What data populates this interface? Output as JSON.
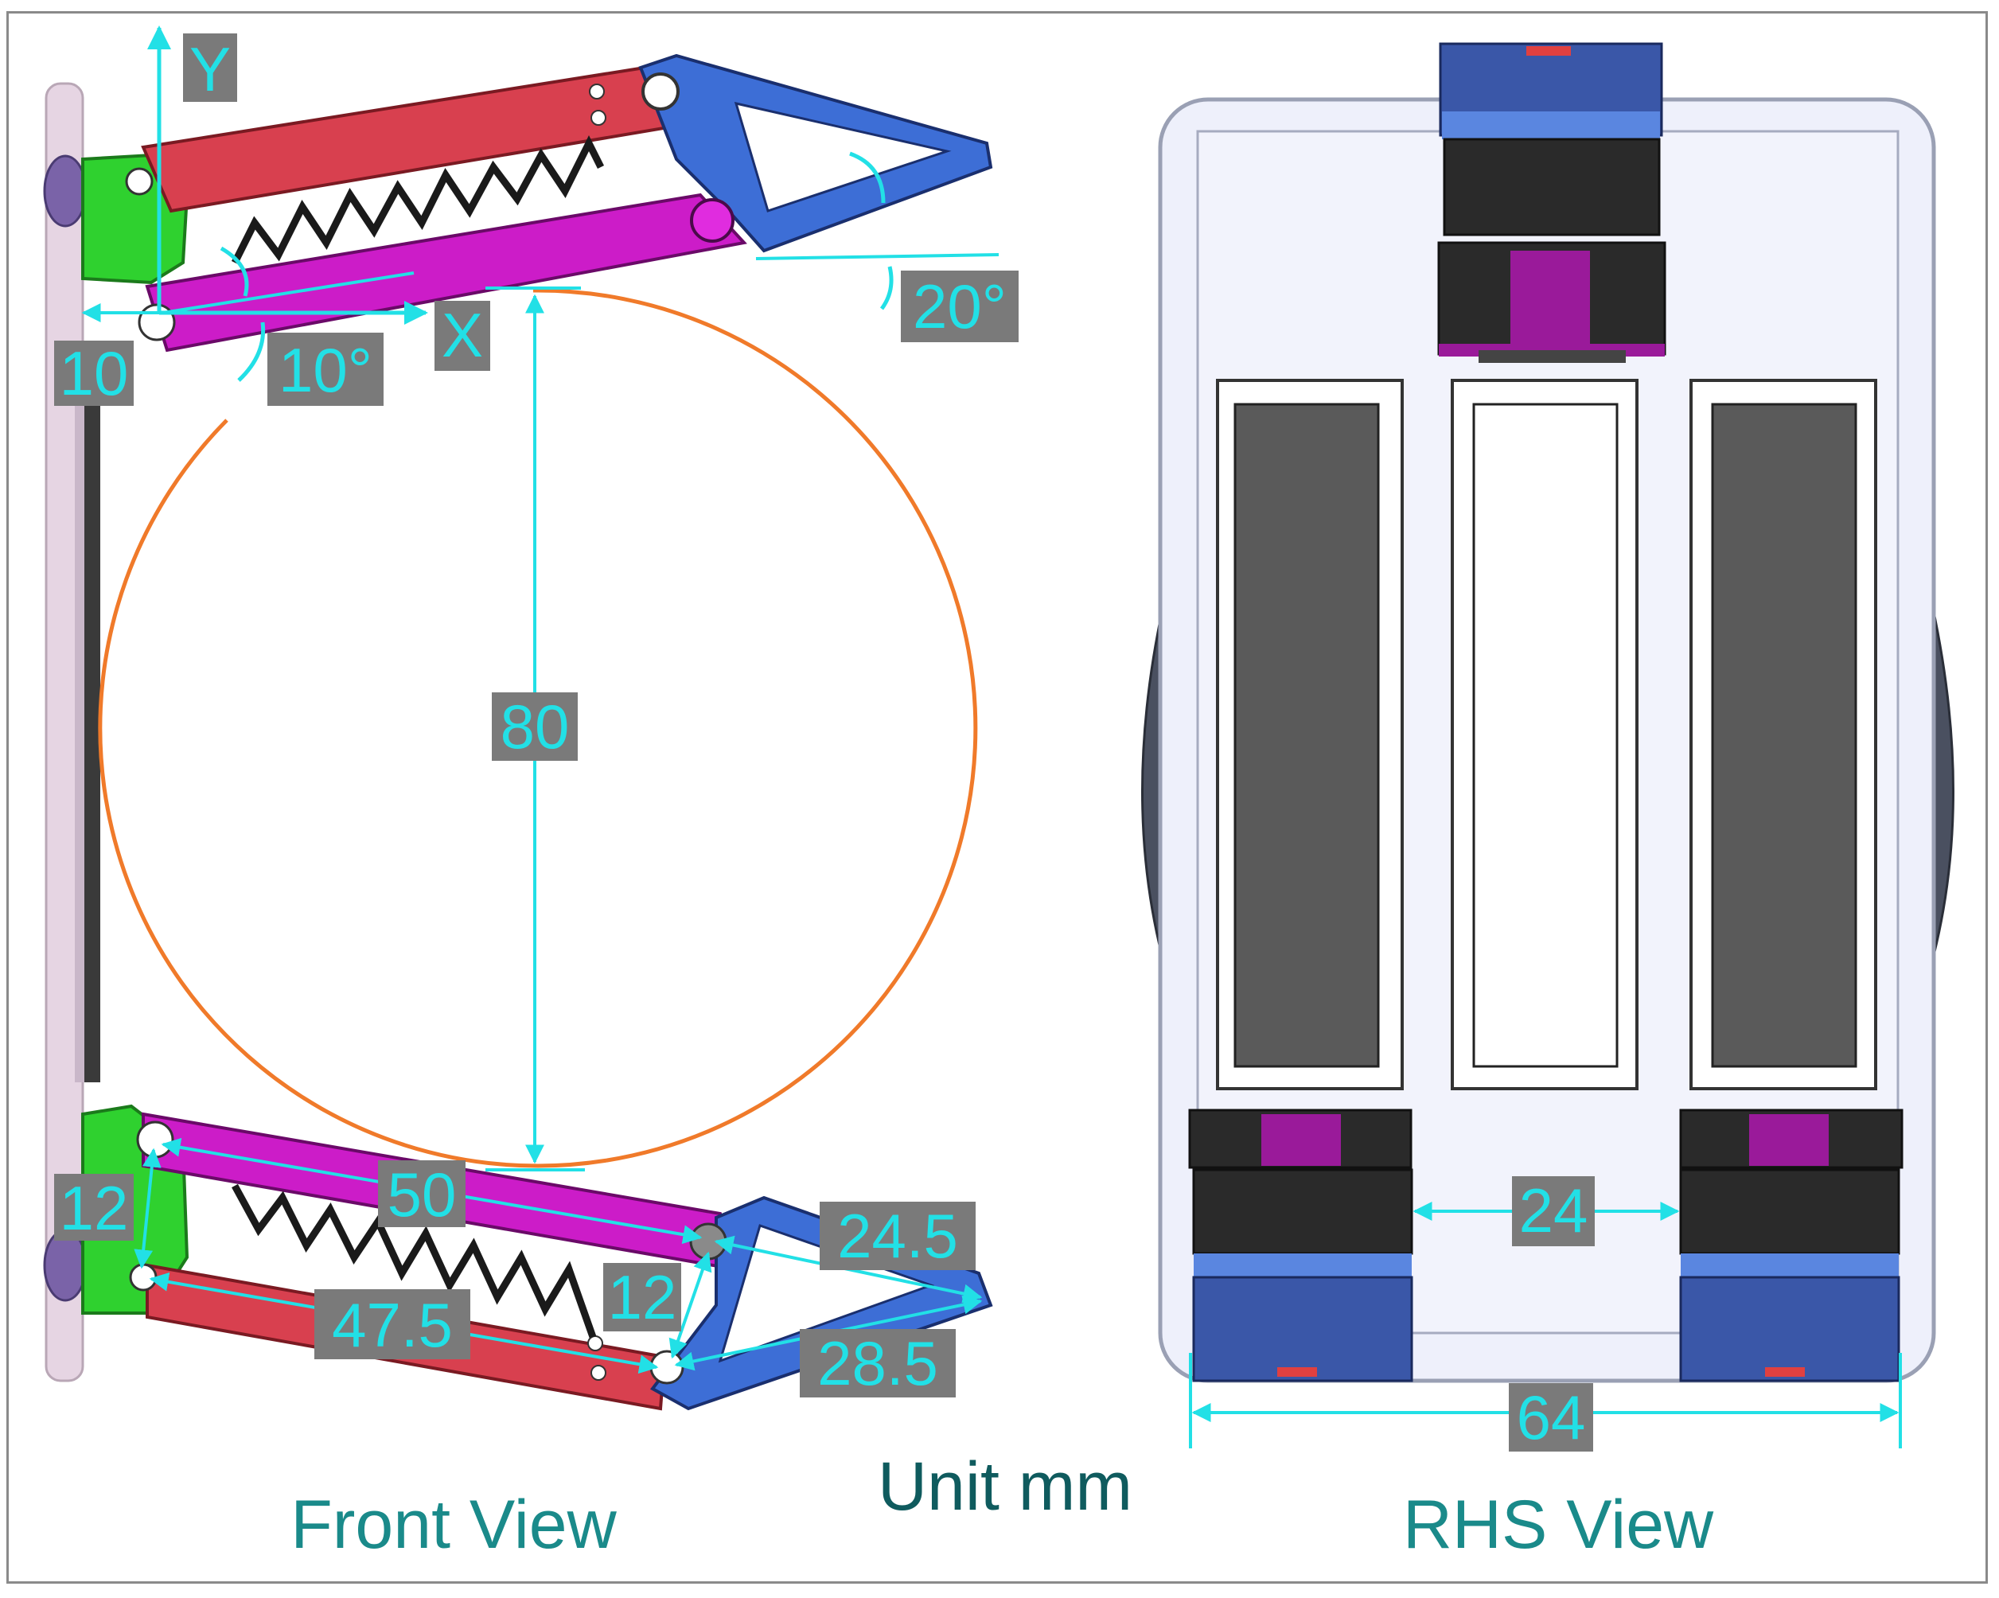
{
  "axes": {
    "y_label": "Y",
    "x_label": "X"
  },
  "front_dims": {
    "offset_10": "10",
    "angle_10": "10°",
    "angle_20": "20°",
    "diameter_80": "80",
    "link_12_left": "12",
    "link_50": "50",
    "link_24_5": "24.5",
    "link_12_right": "12",
    "link_47_5": "47.5",
    "link_28_5": "28.5"
  },
  "rhs_dims": {
    "gap_24": "24",
    "width_64": "64"
  },
  "captions": {
    "front": "Front View",
    "rhs": "RHS View",
    "unit": "Unit mm"
  },
  "colors": {
    "dimension": "#22e0e6",
    "label_bg": "#7a7a7a",
    "circle": "#f07a2a",
    "red_link": "#d8404f",
    "magenta_link": "#cc1cc8",
    "green_bracket": "#2fd12f",
    "blue_finger": "#3d6ed6",
    "spring": "#1a1a1a",
    "caption_text": "#1a8a8a"
  }
}
